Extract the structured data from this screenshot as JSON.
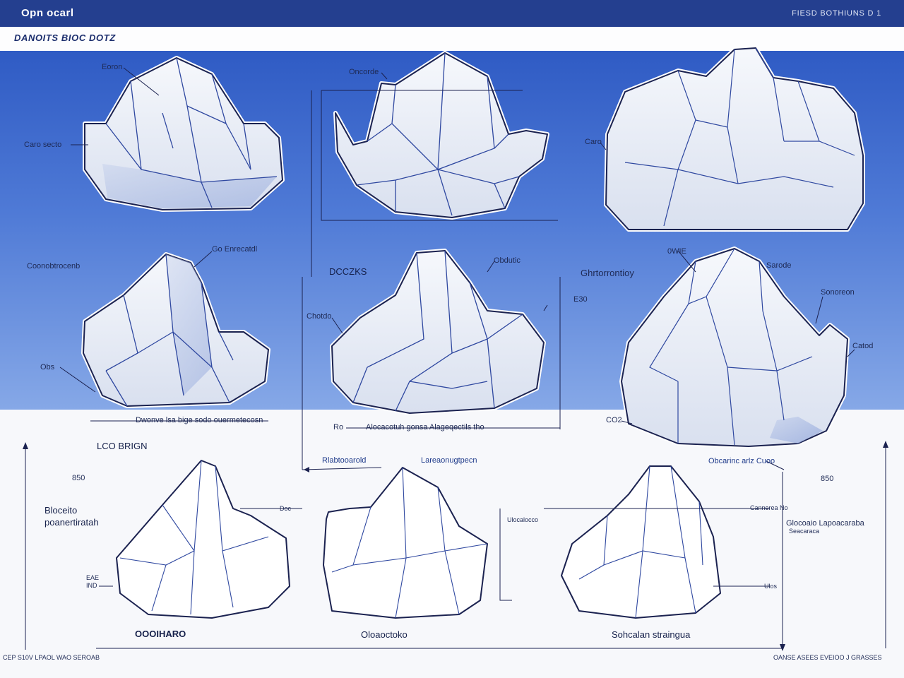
{
  "header": {
    "title": "Opn ocarl",
    "right_text": "FIESD BOTHIUNS D 1",
    "subtitle": "DANOITS BIOC DOTZ"
  },
  "labels": {
    "l_top_1": "Eoron",
    "l_top_2": "Oncorde",
    "l_left_1": "Caro secto",
    "l_right_1": "Caro",
    "l_mid_center": "Go Enrecatdl",
    "l_mid_left": "Coonobtrocenb",
    "l_mid_dims": "DCCZKS",
    "l_mid_2": "Obdutic",
    "l_mid_3": "Ghrtorrontioy",
    "l_mid_4": "0WIE",
    "l_mid_5": "Sarode",
    "l_mid_6": "Chotdo",
    "l_mid_7": "E30",
    "l_mid_8": "Sonoreon",
    "l_mid_9": "Catod",
    "l_mid_10": "Obs",
    "l_mid_11": "CO2",
    "l_strip_1": "Dwonve lsa bige sodo ouermetecosn",
    "l_strip_2": "Ro",
    "l_strip_3": "Alocacotuh gonsa Alageqectils tho",
    "l_section": "LCO BRIGN",
    "l_lo_a": "Rlabtooarold",
    "l_lo_b": "Lareaonugtpecn",
    "l_lo_c": "Obcarinc arlz Cuoo",
    "l_lo_850a": "850",
    "l_lo_850b": "850",
    "l_lo_side1": "Bloceito",
    "l_lo_side2": "poanertiratah",
    "l_lo_ea": "EAE",
    "l_lo_ind": "IND",
    "l_lo_r1": "Cannerea No",
    "l_lo_r2": "Glocoaio Lapoacaraba",
    "l_lo_r2b": "Seacaraca",
    "l_lo_r3": "Ulos",
    "l_lo_m1": "Ulocalocco",
    "l_lo_small1": "Doc",
    "cap_1": "OOOIHARO",
    "cap_2": "Oloaoctoko",
    "cap_3": "Sohcalan straingua",
    "foot_left": "CEP S10V LPAOL WAO SEROAB",
    "foot_right": "OANSE ASEES EVEIOO J GRASSES"
  },
  "colors": {
    "topbar": "#243f8f",
    "panel_top": "#2f5bc4",
    "rock_fill": "#e9edf6",
    "rock_line": "#1b2250",
    "crack": "#2f48a0"
  }
}
